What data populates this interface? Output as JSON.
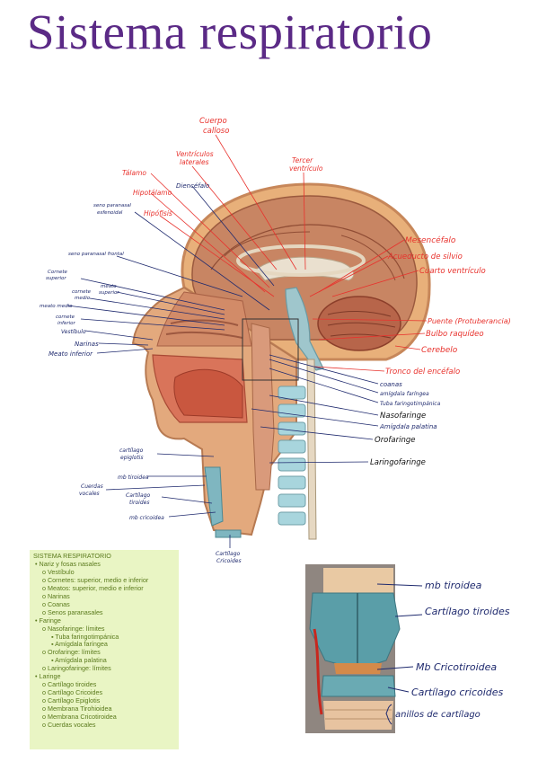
{
  "title": "Sistema respiratorio",
  "labels_red": {
    "cuerpo_calloso": [
      "Cuerpo",
      "calloso"
    ],
    "ventriculos_laterales": [
      "Ventrículos",
      "laterales"
    ],
    "tercer_ventriculo": [
      "Tercer",
      "ventrículo"
    ],
    "talamo": "Tálamo",
    "hipotalamo": "Hipotálamo",
    "hipofisis": "Hipófisis",
    "mesencefalo": "Mesencéfalo",
    "acueducto": "Acueducto de silvio",
    "cuarto_ventriculo": "Cuarto ventrículo",
    "puente": "Puente (Protuberancia)",
    "bulbo": "Bulbo raquídeo",
    "cerebelo": "Cerebelo",
    "tronco": "Tronco del encéfalo"
  },
  "labels_dark": {
    "diencefalo": "Diencéfalo",
    "seno_esfenoidal": [
      "seno paranasal",
      "esfenoidal"
    ],
    "seno_frontal": "seno paranasal frontal",
    "cornete_superior": [
      "Cornete",
      "superior"
    ],
    "meato_superior": [
      "meato",
      "superior"
    ],
    "cornete_medio": [
      "cornete",
      "medio"
    ],
    "meato_medio": "meato medio",
    "cornete_inferior": [
      "cornete",
      "inferior"
    ],
    "vestibulo": "Vestíbulo",
    "narinas": "Narinas",
    "meato_inferior": "Meato inferior",
    "coanas": "coanas",
    "amigdala_faringea": "amígdala faríngea",
    "tuba": "Tuba faringotimpánica",
    "nasofaringe": "Nasofaringe",
    "amigdala_palatina": "Amígdala palatina",
    "orofaringe": "Orofaringe",
    "laringofaringe": "Laringofaringe",
    "cartilago_epiglotis": [
      "cartílago",
      "epiglotis"
    ],
    "mb_tiroidea_left": "mb tiroidea",
    "cuerdas_vocales": [
      "Cuerdas",
      "vocales"
    ],
    "cartilago_tiroides_left": [
      "Cartílago",
      "tiroides"
    ],
    "mb_cricoidea": "mb cricoidea",
    "cartilago_cricoides_bottom": [
      "Cartílago",
      "Cricoides"
    ]
  },
  "outline": {
    "heading": "SISTEMA RESPIRATORIO",
    "lines": [
      {
        "level": 1,
        "text": "• Nariz y fosas nasales"
      },
      {
        "level": 2,
        "text": "o Vestíbulo"
      },
      {
        "level": 2,
        "text": "o Cornetes: superior, medio e inferior"
      },
      {
        "level": 2,
        "text": "o Meatos: superior, medio e inferior"
      },
      {
        "level": 2,
        "text": "o Narinas"
      },
      {
        "level": 2,
        "text": "o Coanas"
      },
      {
        "level": 2,
        "text": "o Senos paranasales"
      },
      {
        "level": 1,
        "text": "• Faringe"
      },
      {
        "level": 2,
        "text": "o Nasofaringe: límites"
      },
      {
        "level": 3,
        "text": "▪ Tuba faringotimpánica"
      },
      {
        "level": 3,
        "text": "▪ Amígdala faríngea"
      },
      {
        "level": 2,
        "text": "o Orofaringe: límites"
      },
      {
        "level": 3,
        "text": "▪ Amígdala palatina"
      },
      {
        "level": 2,
        "text": "o Laringofaringe: límites"
      },
      {
        "level": 1,
        "text": "• Laringe"
      },
      {
        "level": 2,
        "text": "o Cartílago tiroides"
      },
      {
        "level": 2,
        "text": "o Cartílago Cricoides"
      },
      {
        "level": 2,
        "text": "o Cartílago Epiglotis"
      },
      {
        "level": 2,
        "text": "o Membrana Tirohioidea"
      },
      {
        "level": 2,
        "text": "o Membrana Cricotiroidea"
      },
      {
        "level": 2,
        "text": "o Cuerdas vocales"
      }
    ]
  },
  "larynx_labels": {
    "mb_tiroidea": "mb tiroidea",
    "cartilago_tiroides": "Cartílago tiroides",
    "mb_cricotiroidea": "Mb Cricotiroidea",
    "cartilago_cricoides": "Cartílago cricoides",
    "anillos": "anillos de cartílago"
  },
  "colors": {
    "title": "#5b2a86",
    "red_label": "#e8322d",
    "dark_label": "#1f2a6e",
    "outline_bg": "#e9f5c4",
    "outline_text": "#5a7a1c"
  }
}
